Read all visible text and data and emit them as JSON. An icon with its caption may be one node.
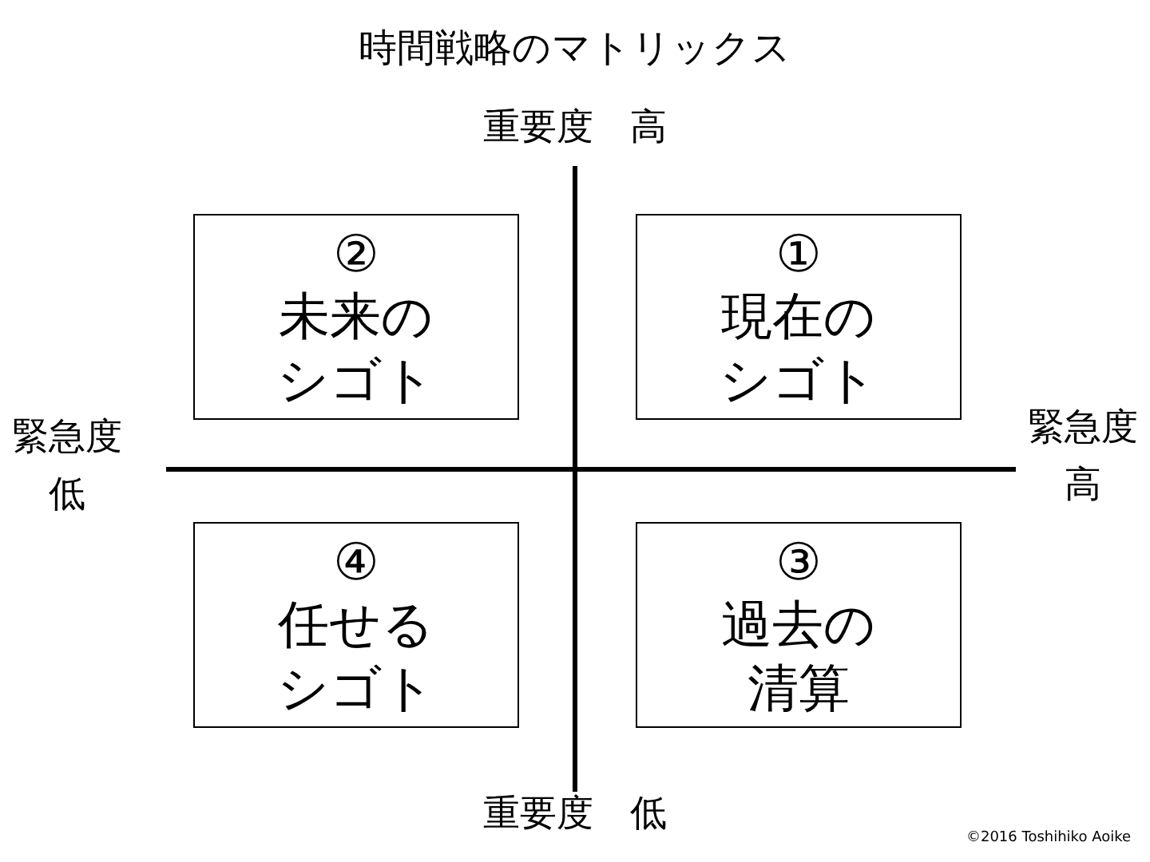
{
  "diagram": {
    "title": "時間戦略のマトリックス",
    "nodes": [
      {
        "text": [
          "②",
          "未来のシゴト"
        ]
      },
      {
        "text": [
          "①",
          "現在のシゴト"
        ]
      },
      {
        "text": [
          "④",
          "任せるシゴト"
        ]
      },
      {
        "text": [
          "③",
          "過去の清算"
        ]
      }
    ],
    "edges": [],
    "labels": [
      "重要度　高",
      "緊急度低",
      "緊急度高",
      "重要度　低",
      "©2016 Toshihiko Aoike"
    ]
  }
}
